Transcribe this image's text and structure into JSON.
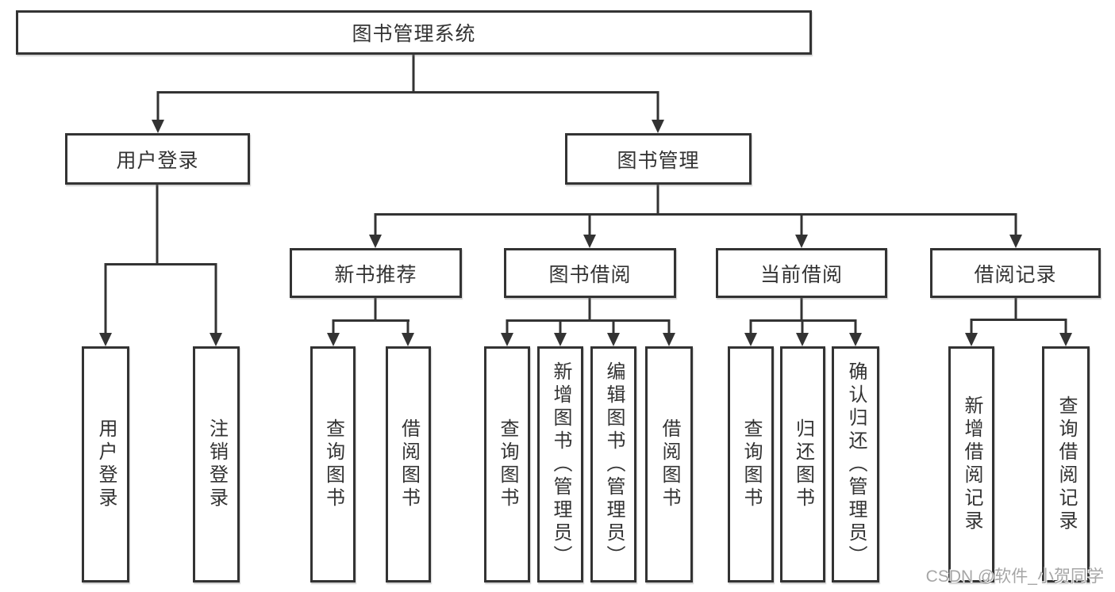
{
  "diagram": {
    "title": "图书管理系统",
    "root": {
      "label": "图书管理系统"
    },
    "level2": [
      {
        "label": "用户登录"
      },
      {
        "label": "图书管理"
      }
    ],
    "level3": [
      {
        "label": "新书推荐"
      },
      {
        "label": "图书借阅"
      },
      {
        "label": "当前借阅"
      },
      {
        "label": "借阅记录"
      }
    ],
    "leaves": {
      "user_login": [
        {
          "label": "用户登录"
        },
        {
          "label": "注销登录"
        }
      ],
      "new_books": [
        {
          "label": "查询图书"
        },
        {
          "label": "借阅图书"
        }
      ],
      "book_borrow": [
        {
          "label": "查询图书"
        },
        {
          "label": "新增图书（管理员）"
        },
        {
          "label": "编辑图书（管理员）"
        },
        {
          "label": "借阅图书"
        }
      ],
      "current_borrow": [
        {
          "label": "查询图书"
        },
        {
          "label": "归还图书"
        },
        {
          "label": "确认归还（管理员）"
        }
      ],
      "borrow_records": [
        {
          "label": "新增借阅记录"
        },
        {
          "label": "查询借阅记录"
        }
      ]
    }
  },
  "watermark": "CSDN @软件_小贺同学",
  "colors": {
    "line": "#333333",
    "box_border": "#333333",
    "box_fill": "#ffffff",
    "text": "#333333",
    "watermark": "#a6a6a6",
    "background": "#ffffff"
  }
}
